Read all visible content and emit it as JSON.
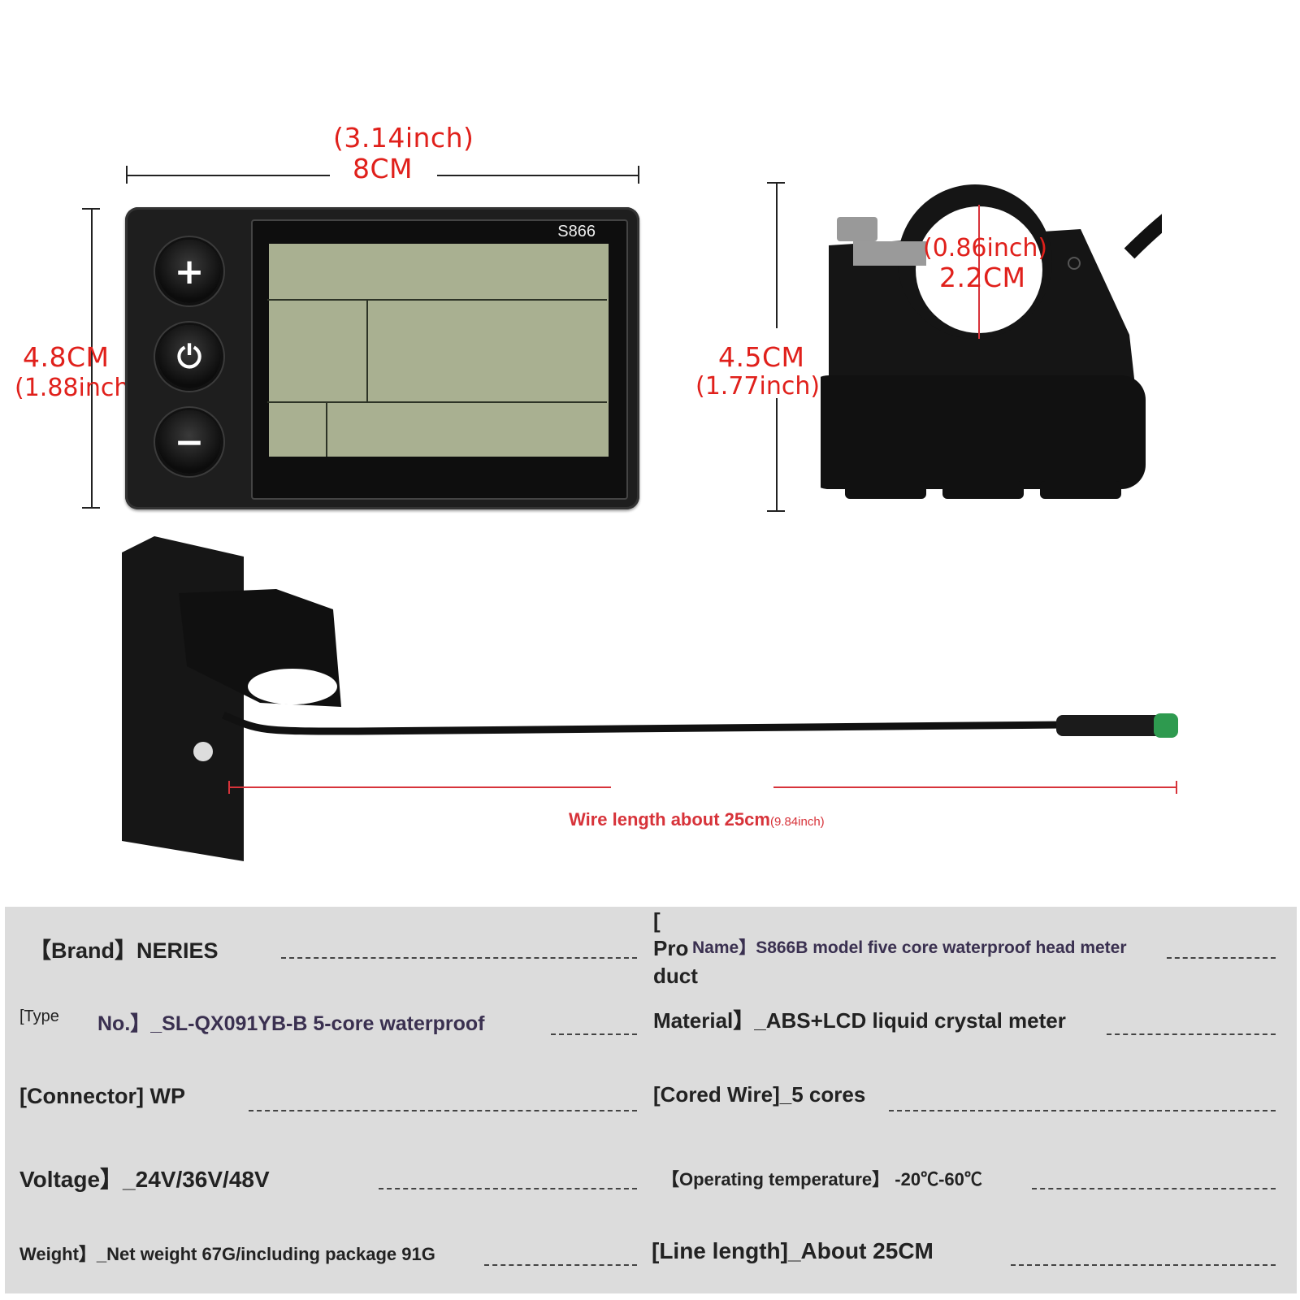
{
  "dimensions": {
    "width_inch": "(3.14inch)",
    "width_cm": "8CM",
    "height_cm": "4.8CM",
    "height_inch": "(1.88inch)",
    "mount_height_cm": "4.5CM",
    "mount_height_inch": "(1.77inch)",
    "clamp_inch": "(0.86inch)",
    "clamp_cm": "2.2CM",
    "wire_length": "Wire length about 25cm",
    "wire_inch": "(9.84inch)"
  },
  "device": {
    "model": "S866",
    "buttons": [
      "+",
      "⏻",
      "−"
    ],
    "screen_color": "#a9b091",
    "body_color": "#1e1e1e",
    "connector_color": "#2e9a4f"
  },
  "specs": {
    "brand": "【Brand】NERIES",
    "product_name_prefix": "[\nPro\nduct",
    "product_name": "Name】S866B model five core waterproof head meter",
    "type_prefix": "[Type",
    "type_no": "No.】_SL-QX091YB-B 5-core waterproof",
    "material": "Material】_ABS+LCD liquid crystal meter",
    "connector": "[Connector] WP",
    "cored_wire": "[Cored Wire]_5 cores",
    "voltage": "Voltage】_24V/36V/48V",
    "operating_temp": "【Operating temperature】 -20℃-60℃",
    "weight": "Weight】_Net weight 67G/including package 91G",
    "line_length": "[Line length]_About 25CM"
  }
}
